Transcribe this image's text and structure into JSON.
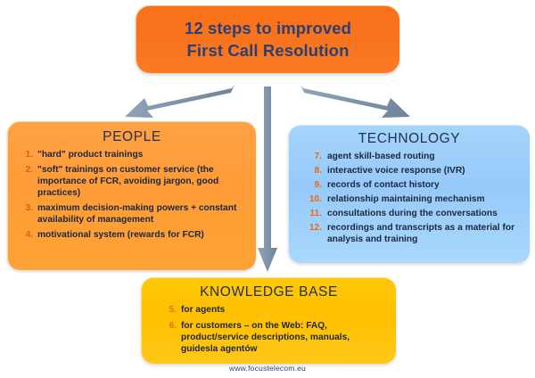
{
  "diagram": {
    "title_lines": [
      "12 steps to improved",
      "First Call Resolution"
    ],
    "title_full": "12 steps to improved First Call Resolution",
    "colors": {
      "title_box": "#F7731D",
      "people_box": "#FF9C37",
      "technology_box": "#99CCFF",
      "knowledge_box": "#FFC000",
      "arrow": "#7B8FA8",
      "heading_text": "#23314F",
      "body_text": "#1B2641",
      "people_number": "#E05A12",
      "technology_number": "#F0650F",
      "knowledge_number": "#E8720C",
      "footer_text": "#2B3F73"
    },
    "nodes": {
      "people": {
        "heading": "PEOPLE",
        "items": [
          {
            "num": "1.",
            "text": "\"hard\" product trainings"
          },
          {
            "num": "2.",
            "text": "\"soft\" trainings on customer service (the importance of FCR, avoiding jargon, good practices)"
          },
          {
            "num": "3.",
            "text": "maximum decision-making powers + constant availability of management"
          },
          {
            "num": "4.",
            "text": "motivational system (rewards for FCR)"
          }
        ]
      },
      "technology": {
        "heading": "TECHNOLOGY",
        "items": [
          {
            "num": "7.",
            "text": "agent skill-based routing"
          },
          {
            "num": "8.",
            "text": "interactive voice response (IVR)"
          },
          {
            "num": "9.",
            "text": "records of contact history"
          },
          {
            "num": "10.",
            "text": "relationship maintaining mechanism"
          },
          {
            "num": "11.",
            "text": "consultations during the conversations"
          },
          {
            "num": "12.",
            "text": "recordings and transcripts as a material for analysis and training"
          }
        ]
      },
      "knowledge": {
        "heading": "KNOWLEDGE BASE",
        "items": [
          {
            "num": "5.",
            "text": "for agents"
          },
          {
            "num": "6.",
            "text": "for customers – on the Web: FAQ, product/service descriptions, manuals, guidesla agentów"
          }
        ]
      }
    },
    "arrows": [
      {
        "name": "arrow-title-to-people",
        "direction": "down-left"
      },
      {
        "name": "arrow-title-to-technology",
        "direction": "down-right"
      },
      {
        "name": "arrow-title-to-knowledge",
        "direction": "down"
      }
    ],
    "footer": {
      "url": "www.focustelecom.eu"
    }
  }
}
